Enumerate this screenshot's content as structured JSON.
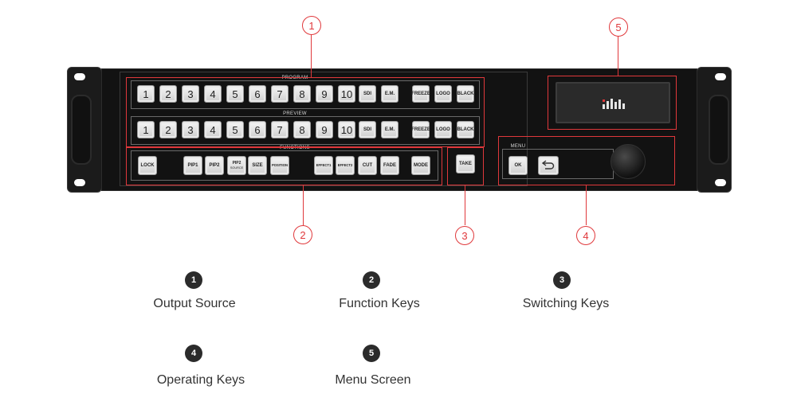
{
  "device": {
    "labels": {
      "program": "PROGRAM",
      "preview": "PREVIEW",
      "functions": "FUNCTIONS",
      "menu": "MENU"
    },
    "program_keys": [
      "1",
      "2",
      "3",
      "4",
      "5",
      "6",
      "7",
      "8",
      "9",
      "10",
      "SDI",
      "E.M.",
      "FREEZE",
      "LOGO",
      "BLACK"
    ],
    "preview_keys": [
      "1",
      "2",
      "3",
      "4",
      "5",
      "6",
      "7",
      "8",
      "9",
      "10",
      "SDI",
      "E.M.",
      "FREEZE",
      "LOGO",
      "BLACK"
    ],
    "function_keys": [
      {
        "label": "LOCK"
      },
      {
        "label": "PIP1"
      },
      {
        "label": "PIP2"
      },
      {
        "label": "PIP2",
        "sub": "SOURCE"
      },
      {
        "label": "SIZE"
      },
      {
        "label": "POSITION"
      },
      {
        "label": "EFFECT1"
      },
      {
        "label": "EFFECT2"
      },
      {
        "label": "CUT"
      },
      {
        "label": "FADE"
      },
      {
        "label": "MODE"
      }
    ],
    "take_key": "TAKE",
    "ok_key": "OK",
    "back_key_icon": "return-arrow-icon"
  },
  "markers": {
    "m1": "1",
    "m2": "2",
    "m3": "3",
    "m4": "4",
    "m5": "5"
  },
  "legend": [
    {
      "num": "1",
      "label": "Output Source"
    },
    {
      "num": "2",
      "label": "Function Keys"
    },
    {
      "num": "3",
      "label": "Switching Keys"
    },
    {
      "num": "4",
      "label": "Operating Keys"
    },
    {
      "num": "5",
      "label": "Menu Screen"
    }
  ],
  "colors": {
    "accent": "#e0383b",
    "chassis": "#121212",
    "legend_circle": "#2b2b2b"
  }
}
